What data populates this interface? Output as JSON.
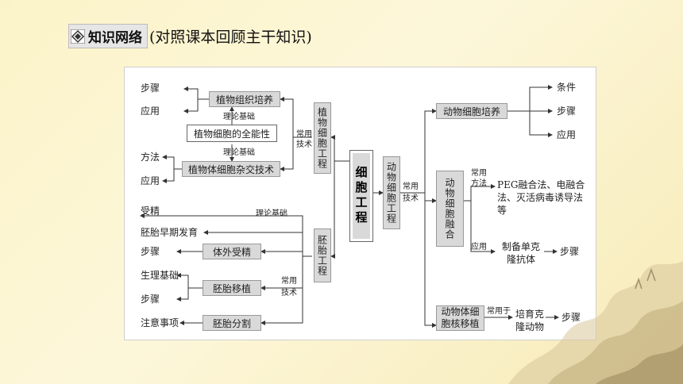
{
  "header": {
    "tag": "知识网络",
    "subtitle": "(对照课本回顾主干知识)"
  },
  "center": "细胞工程",
  "plant": {
    "title": "植物细胞工程",
    "tissue_culture": "植物组织培养",
    "totipotency": "植物细胞的全能性",
    "hybridization": "植物体细胞杂交技术",
    "theory_basis": "理论基础",
    "common_tech": "常用技术",
    "steps": "步骤",
    "application": "应用",
    "method": "方法"
  },
  "embryo": {
    "title": "胚胎工程",
    "fertilization": "受精",
    "early_dev": "胚胎早期发育",
    "theory_basis": "理论基础",
    "ivf": "体外受精",
    "transfer": "胚胎移植",
    "splitting": "胚胎分割",
    "common_tech": "常用技术",
    "steps": "步骤",
    "physio_basis": "生理基础",
    "notes": "注意事项"
  },
  "animal": {
    "title": "动物细胞工程",
    "common_tech": "常用技术",
    "culture": "动物细胞培养",
    "conditions": "条件",
    "steps": "步骤",
    "application": "应用",
    "fusion": "动物细胞融合",
    "common_method": "常用方法",
    "fusion_methods": "PEG融合法、电融合法、灭活病毒诱导法等",
    "fusion_app": "应用",
    "mab": "制备单克隆抗体",
    "mab_steps": "步骤",
    "nuclear_transfer": "动物体细胞核移植",
    "used_for": "常用于",
    "clone": "培育克隆动物",
    "clone_steps": "步骤"
  }
}
